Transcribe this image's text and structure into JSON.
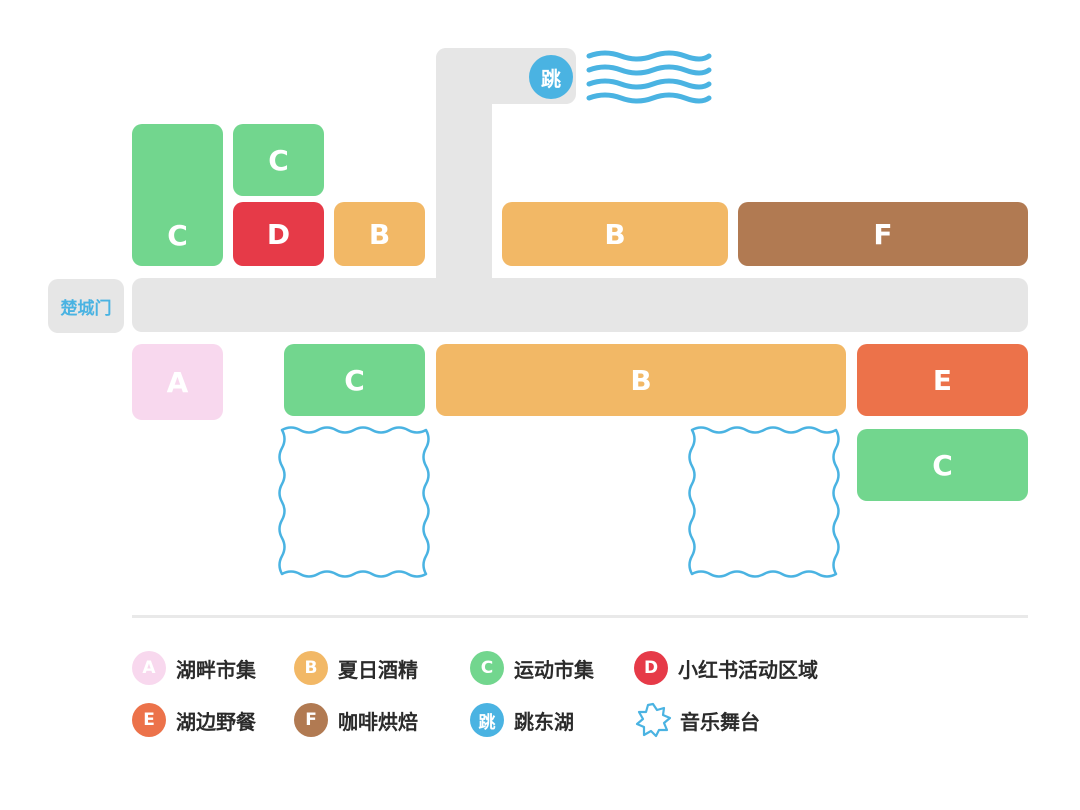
{
  "map": {
    "gate_label": "楚城门",
    "jump_badge": "跳",
    "zones": [
      {
        "id": "zone-c-tall",
        "letter": "C",
        "category": "C"
      },
      {
        "id": "zone-c-small",
        "letter": "C",
        "category": "C"
      },
      {
        "id": "zone-d",
        "letter": "D",
        "category": "D"
      },
      {
        "id": "zone-b-small",
        "letter": "B",
        "category": "B"
      },
      {
        "id": "zone-b-top",
        "letter": "B",
        "category": "B"
      },
      {
        "id": "zone-f",
        "letter": "F",
        "category": "F"
      },
      {
        "id": "zone-a",
        "letter": "A",
        "category": "A"
      },
      {
        "id": "zone-c-bottom-left",
        "letter": "C",
        "category": "C"
      },
      {
        "id": "zone-b-bottom",
        "letter": "B",
        "category": "B"
      },
      {
        "id": "zone-e",
        "letter": "E",
        "category": "E"
      },
      {
        "id": "zone-c-bottom-right",
        "letter": "C",
        "category": "C"
      }
    ]
  },
  "legend": [
    {
      "badge": "A",
      "label": "湖畔市集",
      "category": "A"
    },
    {
      "badge": "B",
      "label": "夏日酒精",
      "category": "B"
    },
    {
      "badge": "C",
      "label": "运动市集",
      "category": "C"
    },
    {
      "badge": "D",
      "label": "小红书活动区域",
      "category": "D"
    },
    {
      "badge": "E",
      "label": "湖边野餐",
      "category": "E"
    },
    {
      "badge": "F",
      "label": "咖啡烘焙",
      "category": "F"
    },
    {
      "badge": "跳",
      "label": "跳东湖",
      "category": "J"
    },
    {
      "badge": "",
      "label": "音乐舞台",
      "category": "stage"
    }
  ],
  "colors": {
    "A": "#f8d8ee",
    "B": "#f2b866",
    "C": "#72d68e",
    "D": "#e63a48",
    "E": "#ec724a",
    "F": "#b17a52",
    "jump": "#4ab3e2",
    "road": "#e6e6e6",
    "stage_outline": "#4ab3e2"
  },
  "icons": {
    "water": "water-wave-icon",
    "stage": "music-stage-icon"
  }
}
